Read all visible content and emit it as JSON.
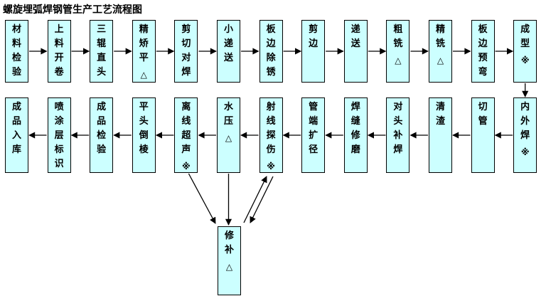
{
  "title": "螺旋埋弧焊钢管生产工艺流程图",
  "colors": {
    "background": "#FFFFFF",
    "box_fill": "#CCFFFF",
    "box_border": "#000000",
    "arrow": "#000000",
    "text": "#000000"
  },
  "flow": {
    "row1_steps": [
      "材料检验",
      "上料开卷",
      "三辊直头",
      "精矫平△",
      "剪切对焊",
      "小递送",
      "板边除锈",
      "剪边",
      "递送",
      "粗铣△",
      "精铣△",
      "板边预弯",
      "成型※"
    ],
    "row1_direction": "left-to-right",
    "row2_steps": [
      "成品入库",
      "喷涂层标识",
      "成品检验",
      "平头倒棱",
      "离线超声※",
      "水压△",
      "射线探伤※",
      "管端扩径",
      "焊缝修磨",
      "对头补焊",
      "清渣",
      "切管",
      "内外焊※"
    ],
    "row2_direction": "right-to-left",
    "repair_step": "修补△",
    "special_links": [
      {
        "from": "成型※",
        "to": "内外焊※",
        "type": "arrow-down"
      },
      {
        "from": "离线超声※",
        "to": "修补△",
        "type": "arrow"
      },
      {
        "from": "水压△",
        "to": "修补△",
        "type": "arrow"
      },
      {
        "from": "射线探伤※",
        "to": "修补△",
        "type": "double-arrow-both-directions"
      }
    ]
  }
}
